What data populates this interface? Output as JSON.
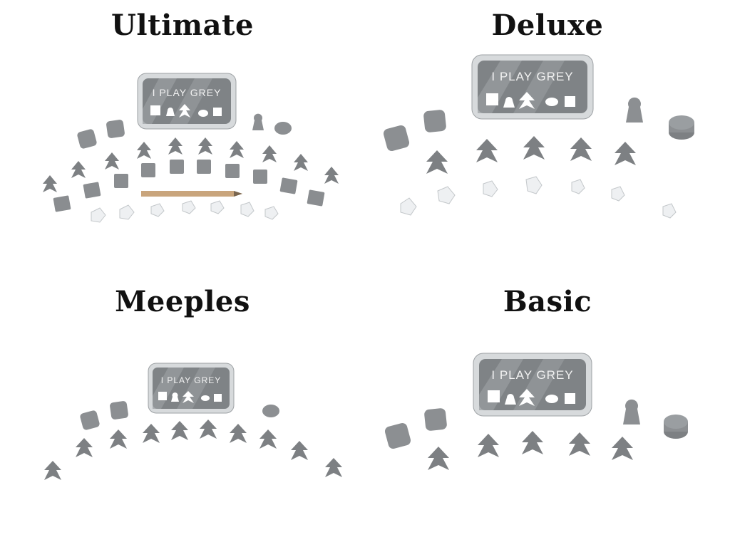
{
  "panels": [
    {
      "title": "Ultimate"
    },
    {
      "title": "Deluxe"
    },
    {
      "title": "Meeples"
    },
    {
      "title": "Basic"
    }
  ],
  "tin_label": "I PLAY GREY",
  "colors": {
    "piece": "#8c8f92",
    "piece_dark": "#6e7174",
    "tin": "#b4b8bb",
    "tin_rim": "#d7dadc",
    "label_bg": "#7f8386",
    "label_stripe": "#9a9ea1",
    "pencil": "#c9a57c",
    "clear_die": "#eef0f2"
  },
  "icons": [
    "tin-icon",
    "meeple-icon",
    "pawn-icon",
    "die-icon",
    "disc-icon",
    "cube-icon",
    "clear-die-icon",
    "pencil-icon"
  ]
}
